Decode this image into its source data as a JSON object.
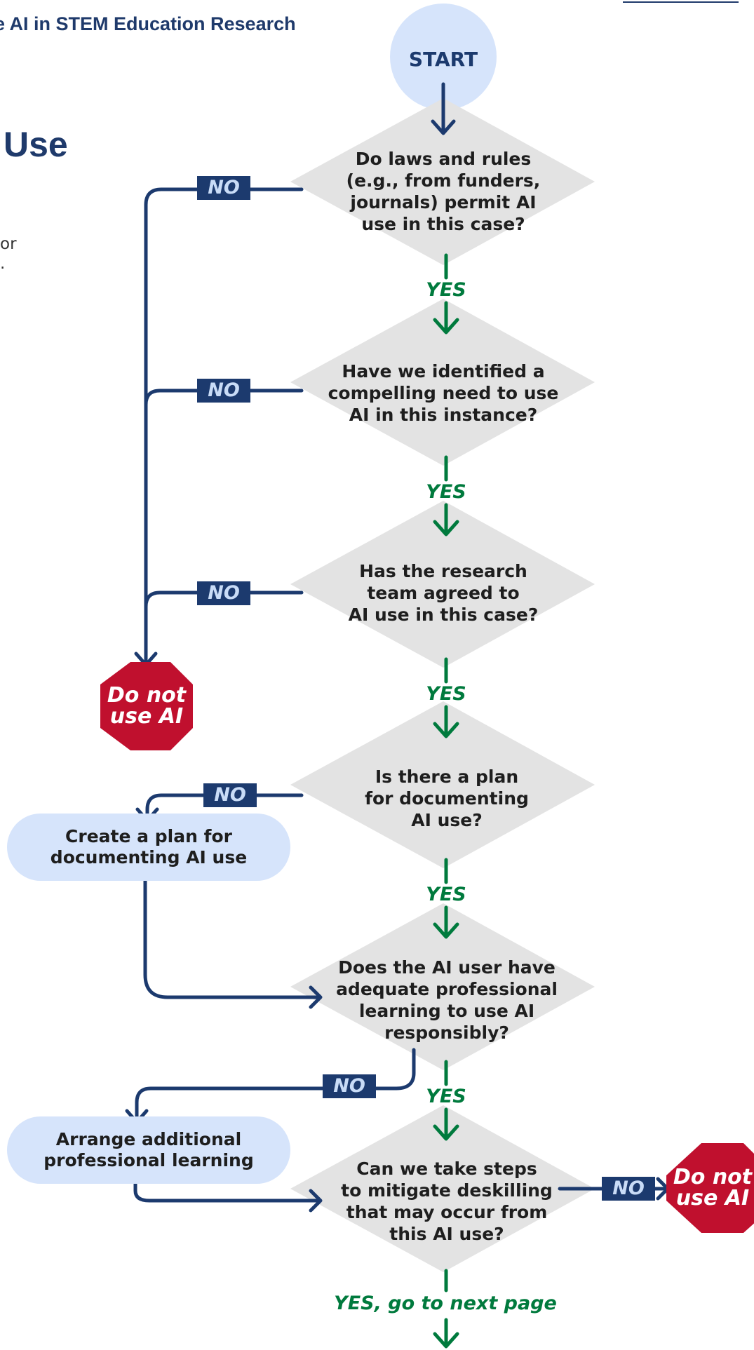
{
  "header": {
    "top_title": "e AI in STEM Education Research",
    "big_title": "Use",
    "side_fragment_1": "or",
    "side_fragment_2": "."
  },
  "start": "START",
  "questions": [
    {
      "lines": [
        "Do laws and rules",
        "(e.g., from funders,",
        "journals) permit AI",
        "use in this case?"
      ]
    },
    {
      "lines": [
        "Have we identified a",
        "compelling need to use",
        "AI in this instance?"
      ]
    },
    {
      "lines": [
        "Has the research",
        "team agreed to",
        "AI use in this case?"
      ]
    },
    {
      "lines": [
        "Is there a plan",
        "for documenting",
        "AI use?"
      ]
    },
    {
      "lines": [
        "Does the AI user have",
        "adequate professional",
        "learning to use AI",
        "responsibly?"
      ]
    },
    {
      "lines": [
        "Can we take steps",
        "to mitigate deskilling",
        "that may occur from",
        "this AI use?"
      ]
    }
  ],
  "labels": {
    "no": "NO",
    "yes": "YES",
    "yes_final": "YES, go to next page"
  },
  "stop_signs": [
    {
      "lines": [
        "Do not",
        "use AI"
      ]
    },
    {
      "lines": [
        "Do not",
        "use AI"
      ]
    }
  ],
  "actions": [
    {
      "lines": [
        "Create a plan for",
        "documenting AI use"
      ]
    },
    {
      "lines": [
        "Arrange additional",
        "professional learning"
      ]
    }
  ],
  "colors": {
    "navy": "#1c3a6e",
    "green": "#007a3d",
    "diamond": "#e3e3e3",
    "light_blue": "#d6e4fb",
    "stop_red": "#c0102e"
  }
}
